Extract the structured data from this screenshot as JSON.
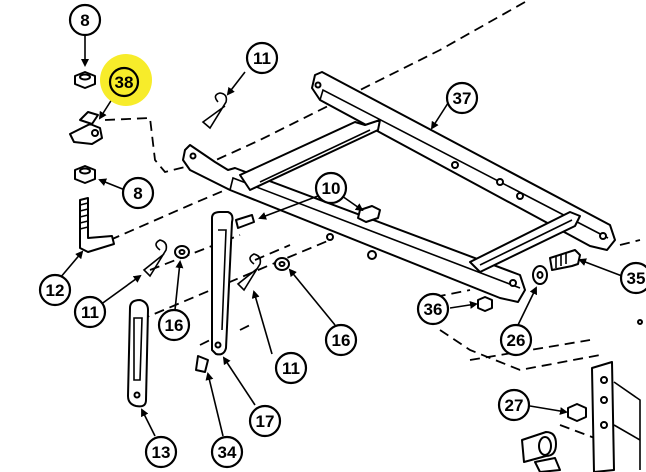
{
  "callouts": {
    "c8_top": "8",
    "c38": "38",
    "c8_mid": "8",
    "c12": "12",
    "c11_top": "11",
    "c11_left": "11",
    "c11_mid": "11",
    "c16_left": "16",
    "c16_right": "16",
    "c10": "10",
    "c37": "37",
    "c35": "35",
    "c36": "36",
    "c26": "26",
    "c17": "17",
    "c13": "13",
    "c34": "34",
    "c27": "27"
  },
  "colors": {
    "highlight": "#f7ec2a",
    "ink": "#000000",
    "background": "#ffffff"
  },
  "highlighted_callout": "38"
}
